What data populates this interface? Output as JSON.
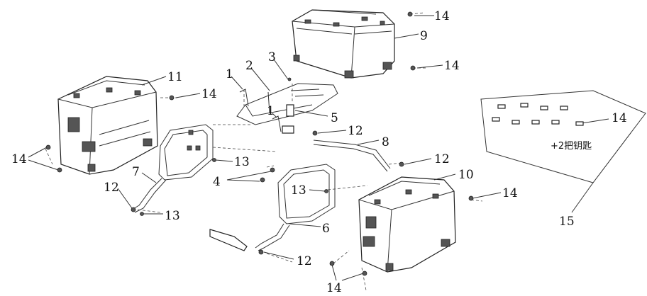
{
  "labels": {
    "n1a": "1",
    "n1b": "1",
    "n2": "2",
    "n3": "3",
    "n4": "4",
    "n5": "5",
    "n6": "6",
    "n7": "7",
    "n8": "8",
    "n9": "9",
    "n10": "10",
    "n11": "11",
    "n12a": "12",
    "n12b": "12",
    "n12c": "12",
    "n12d": "12",
    "n13a": "13",
    "n13b": "13",
    "n13c": "13",
    "n14a": "14",
    "n14b": "14",
    "n14c": "14",
    "n14d": "14",
    "n14e": "14",
    "n14f": "14",
    "n14g": "14",
    "n15": "15"
  },
  "keys_note": "+2把钥匙"
}
